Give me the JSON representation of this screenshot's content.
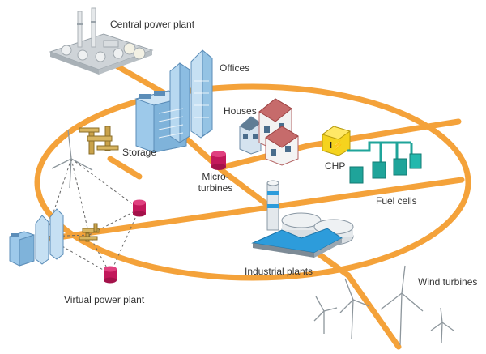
{
  "labels": {
    "central_power_plant": "Central power plant",
    "offices": "Offices",
    "houses": "Houses",
    "storage": "Storage",
    "micro_turbines_line1": "Micro-",
    "micro_turbines_line2": "turbines",
    "chp": "CHP",
    "fuel_cells": "Fuel cells",
    "industrial_plants": "Industrial plants",
    "wind_turbines": "Wind turbines",
    "virtual_power_plant": "Virtual power plant"
  },
  "chp_icon_text": "i⚡",
  "colors": {
    "grid": "#F4A23A",
    "building_blue": "#9DC9EA",
    "building_dark": "#5B8DB8",
    "micro_turbine": "#C2185B",
    "chp_yellow": "#F5D31E",
    "fuel_cell": "#1FA49A",
    "storage": "#C9A24A",
    "industrial_roof": "#2D9CDB"
  }
}
